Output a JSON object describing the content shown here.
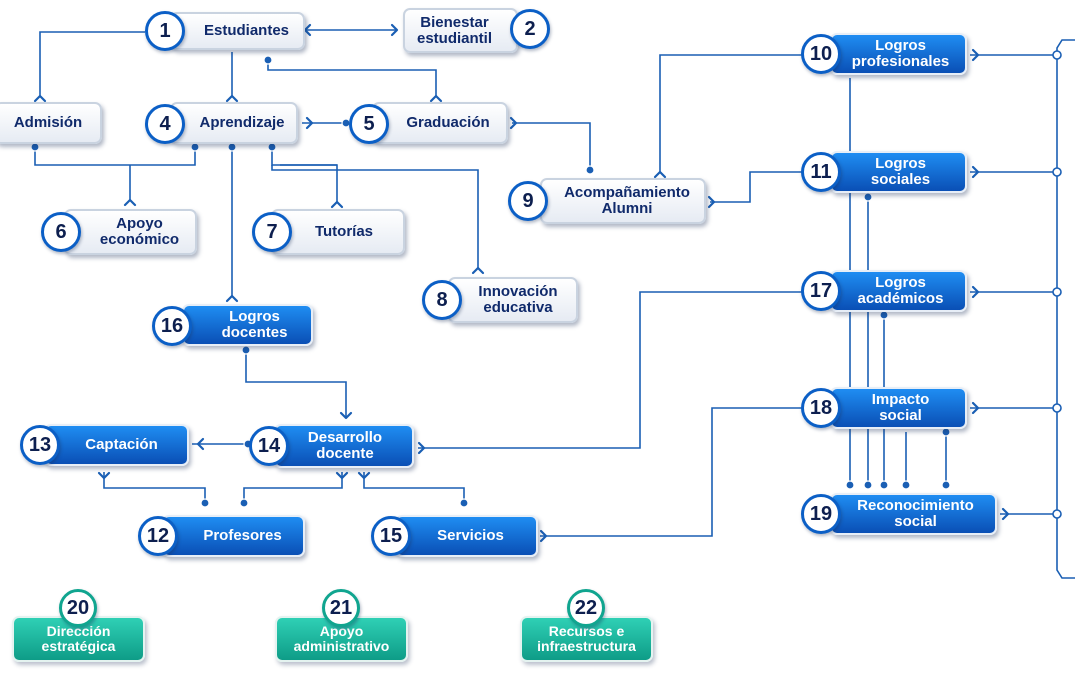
{
  "nodes": {
    "n1": {
      "number": "1",
      "label": "Estudiantes"
    },
    "n2": {
      "number": "2",
      "label": "Bienestar\nestudiantil"
    },
    "n3": {
      "label": "Admisión"
    },
    "n4": {
      "number": "4",
      "label": "Aprendizaje"
    },
    "n5": {
      "number": "5",
      "label": "Graduación"
    },
    "n6": {
      "number": "6",
      "label": "Apoyo\neconómico"
    },
    "n7": {
      "number": "7",
      "label": "Tutorías"
    },
    "n8": {
      "number": "8",
      "label": "Innovación\neducativa"
    },
    "n9": {
      "number": "9",
      "label": "Acompañamiento\nAlumni"
    },
    "n10": {
      "number": "10",
      "label": "Logros\nprofesionales"
    },
    "n11": {
      "number": "11",
      "label": "Logros\nsociales"
    },
    "n12": {
      "number": "12",
      "label": "Profesores"
    },
    "n13": {
      "number": "13",
      "label": "Captación"
    },
    "n14": {
      "number": "14",
      "label": "Desarrollo\ndocente"
    },
    "n15": {
      "number": "15",
      "label": "Servicios"
    },
    "n16": {
      "number": "16",
      "label": "Logros\ndocentes"
    },
    "n17": {
      "number": "17",
      "label": "Logros\nacadémicos"
    },
    "n18": {
      "number": "18",
      "label": "Impacto\nsocial"
    },
    "n19": {
      "number": "19",
      "label": "Reconocimiento\nsocial"
    },
    "n20": {
      "number": "20",
      "label": "Dirección\nestratégica"
    },
    "n21": {
      "number": "21",
      "label": "Apoyo\nadministrativo"
    },
    "n22": {
      "number": "22",
      "label": "Recursos e\ninfraestructura"
    }
  },
  "colors": {
    "line": "#1a5fb4",
    "badge_border": "#0b5fc6",
    "blue_box": "#0a4fb5",
    "teal_box": "#12a48e",
    "light_box_text": "#102a6b"
  }
}
